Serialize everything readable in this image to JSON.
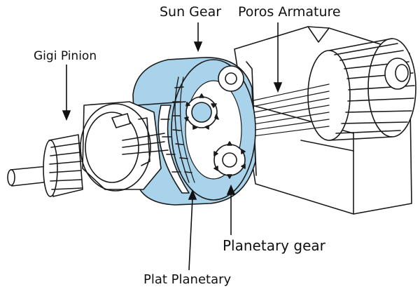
{
  "labels": {
    "sun_gear": "Sun Gear",
    "poros_armature": "Poros Armature",
    "gigi_pinion": "Gigi Pinion",
    "planetary_gear": "Planetary gear",
    "plat_planetary": "Plat Planetary"
  },
  "colors": {
    "housing_blue": "#a9d3ea",
    "line": "#1a1a1a",
    "background": "#ffffff"
  }
}
